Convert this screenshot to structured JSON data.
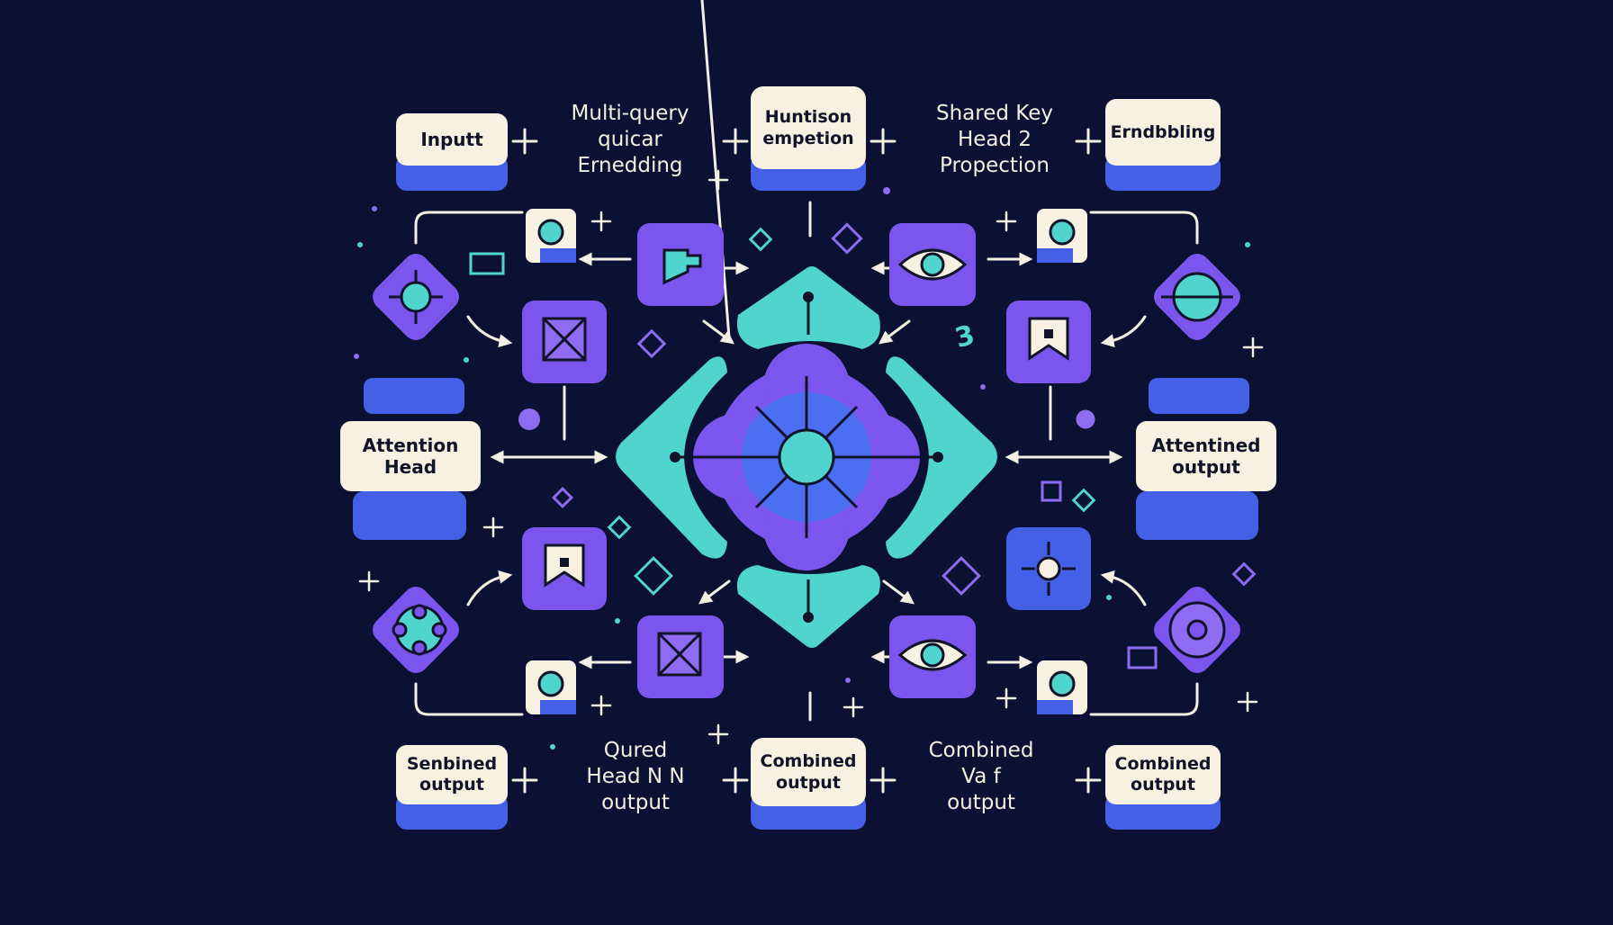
{
  "colors": {
    "background": "#0c1133",
    "card": "#f6f1e1",
    "card_base": "#4460e6",
    "purple": "#7a55ee",
    "teal": "#4fd5cd",
    "line": "#f3efe2"
  },
  "boxes": {
    "top_input": "Inputt",
    "top_hunt": "Huntison\nempetion",
    "top_embedding": "Erndbbling",
    "mid_left": "Attention\nHead",
    "mid_right": "Attentined\noutput",
    "bottom_left": "Senbined\noutput",
    "bottom_center": "Combined\noutput",
    "bottom_right": "Combined\noutput"
  },
  "plain_labels": {
    "top_query": "Multi-query\nquicar\nErnedding",
    "top_shared": "Shared   Key\nHead 2\nPropection",
    "bottom_qured": "Qured\nHead N N\noutput",
    "bottom_combined": "Combined\nVa f\noutput",
    "glyph_three": "3"
  },
  "icons": [
    "crosshair-icon",
    "flag-icon",
    "speech-bubble-icon",
    "eye-icon",
    "envelope-icon",
    "bookmark-icon",
    "network-icon",
    "brain-icon",
    "target-icon",
    "circle-node-icon",
    "orbit-icon"
  ]
}
